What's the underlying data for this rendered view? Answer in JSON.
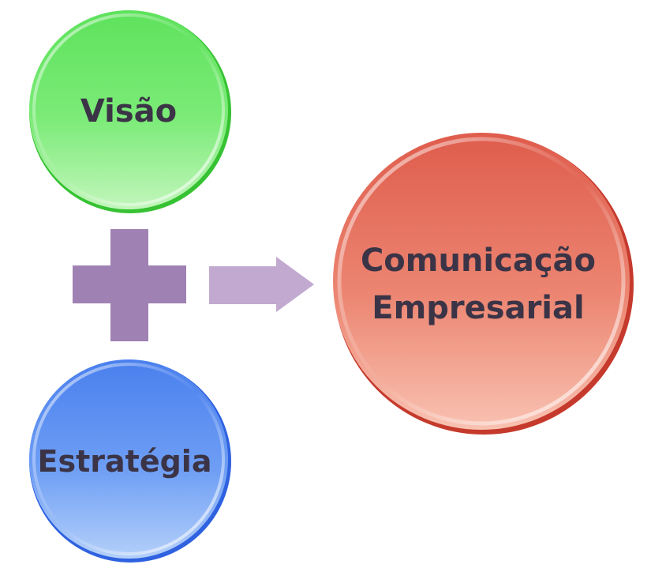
{
  "nodes": {
    "vision": {
      "label": "Visão",
      "color": "#5fe85f"
    },
    "strategy": {
      "label": "Estratégia",
      "color": "#4f86f2"
    },
    "result": {
      "line1": "Comunicação",
      "line2": "Empresarial",
      "color": "#e2604e"
    }
  },
  "operators": {
    "plus": "plus-sign",
    "arrow": "right-arrow",
    "plus_color": "#9f82b3",
    "arrow_color": "#c1a9cf"
  }
}
